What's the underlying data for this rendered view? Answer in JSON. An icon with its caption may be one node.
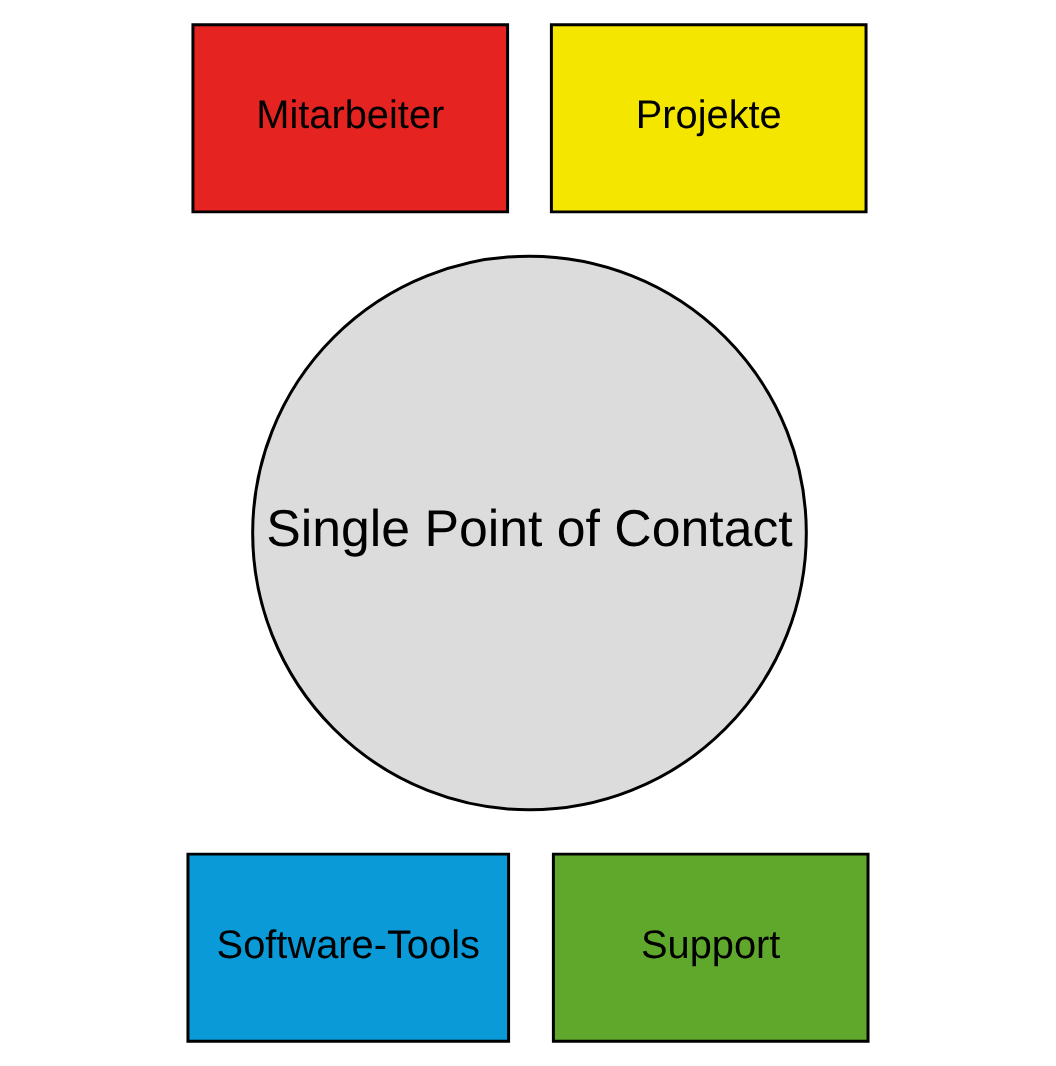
{
  "diagram": {
    "nodes": [
      {
        "text": [
          "Mitarbeiter"
        ]
      },
      {
        "text": [
          "Projekte"
        ]
      },
      {
        "text": [
          "Single Point of Contact"
        ]
      },
      {
        "text": [
          "Software-Tools"
        ]
      },
      {
        "text": [
          "Support"
        ]
      }
    ]
  }
}
